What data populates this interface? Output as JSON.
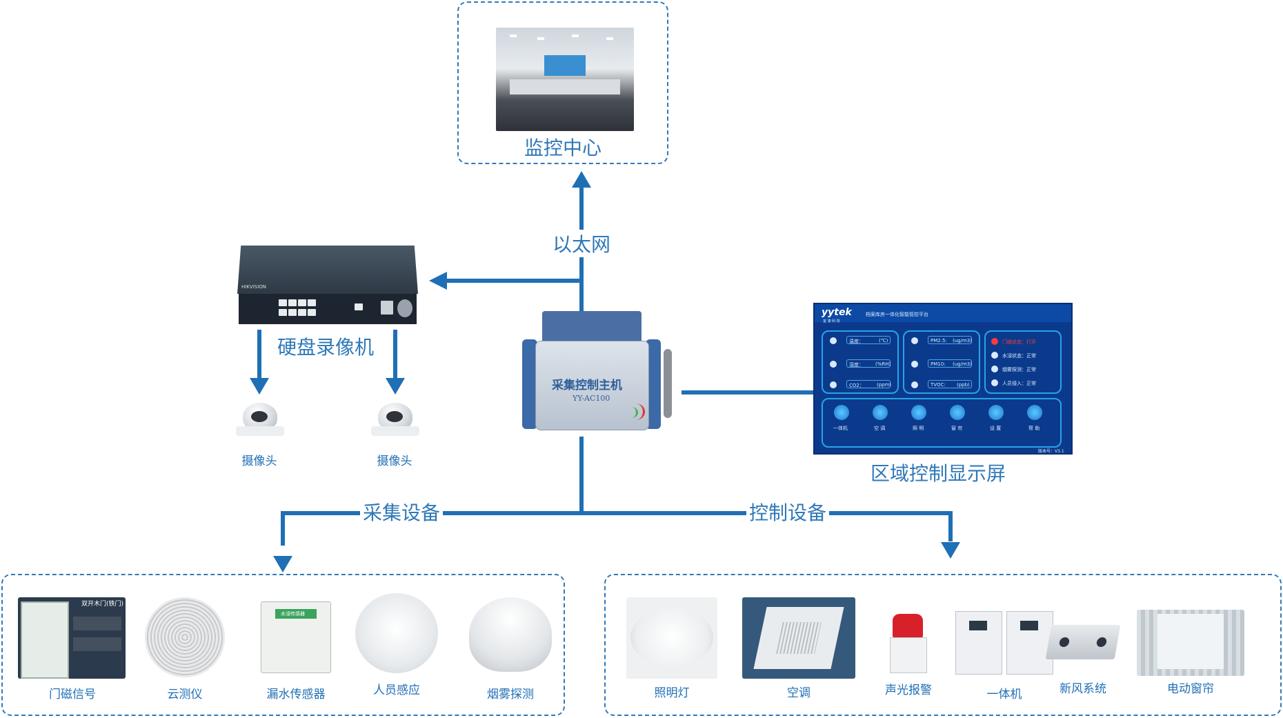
{
  "monitor_center": {
    "label": "监控中心"
  },
  "ethernet": {
    "label": "以太网"
  },
  "nvr": {
    "label": "硬盘录像机",
    "brand": "HIKVISION"
  },
  "cameras": [
    {
      "label": "摄像头"
    },
    {
      "label": "摄像头"
    }
  ],
  "host": {
    "title": "采集控制主机",
    "model": "YY-AC100"
  },
  "screen": {
    "label": "区域控制显示屏",
    "brand": "yytek",
    "brand_sub": "宜 澳 科 技",
    "title": "档案库房一体化智能管控平台",
    "version": "版本号：V3.1",
    "fields_left": [
      {
        "name": "温度：",
        "unit": "(℃)"
      },
      {
        "name": "湿度：",
        "unit": "(%RH)"
      },
      {
        "name": "CO2：",
        "unit": "(ppm)"
      }
    ],
    "fields_mid": [
      {
        "name": "PM2.5:",
        "unit": "(ug/m3)"
      },
      {
        "name": "PM10:",
        "unit": "(ug/m3)"
      },
      {
        "name": "TVOC:",
        "unit": "(ppb)"
      }
    ],
    "status": [
      {
        "text": "门磁状态：打开",
        "color": "#ff3b3b"
      },
      {
        "text": "水浸状态：正常",
        "color": "#d8eaff"
      },
      {
        "text": "烟雾探测：正常",
        "color": "#d8eaff"
      },
      {
        "text": "人员侵入：正常",
        "color": "#d8eaff"
      }
    ],
    "buttons": [
      "一体机",
      "空 调",
      "照 明",
      "窗 帘",
      "设 置",
      "帮 助"
    ]
  },
  "branches": {
    "collect": "采集设备",
    "control": "控制设备"
  },
  "collect_devices": [
    {
      "label": "门磁信号",
      "caption": "双开木门(铁门)"
    },
    {
      "label": "云测仪"
    },
    {
      "label": "漏水传感器",
      "caption": "水浸传感器"
    },
    {
      "label": "人员感应"
    },
    {
      "label": "烟雾探测"
    }
  ],
  "control_devices": [
    {
      "label": "照明灯"
    },
    {
      "label": "空调"
    },
    {
      "label": "声光报警"
    },
    {
      "label": "一体机"
    },
    {
      "label": "新风系统"
    },
    {
      "label": "电动窗帘"
    }
  ],
  "colors": {
    "line": "#1f6fb5",
    "dash": "#2f78b8",
    "screen_bg": "#0b3a8c",
    "panel": "#27a4ea"
  }
}
